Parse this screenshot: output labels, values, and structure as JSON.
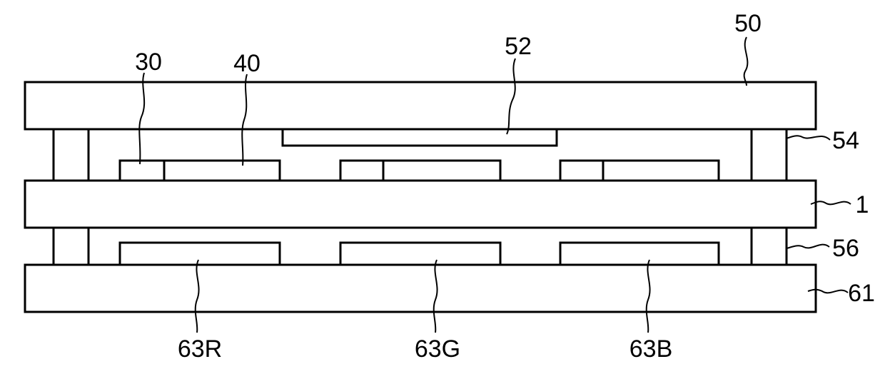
{
  "labels": {
    "l50": "50",
    "l52": "52",
    "l30": "30",
    "l40": "40",
    "l54": "54",
    "l1": "1",
    "l56": "56",
    "l61": "61",
    "l63r": "63R",
    "l63g": "63G",
    "l63b": "63B"
  }
}
